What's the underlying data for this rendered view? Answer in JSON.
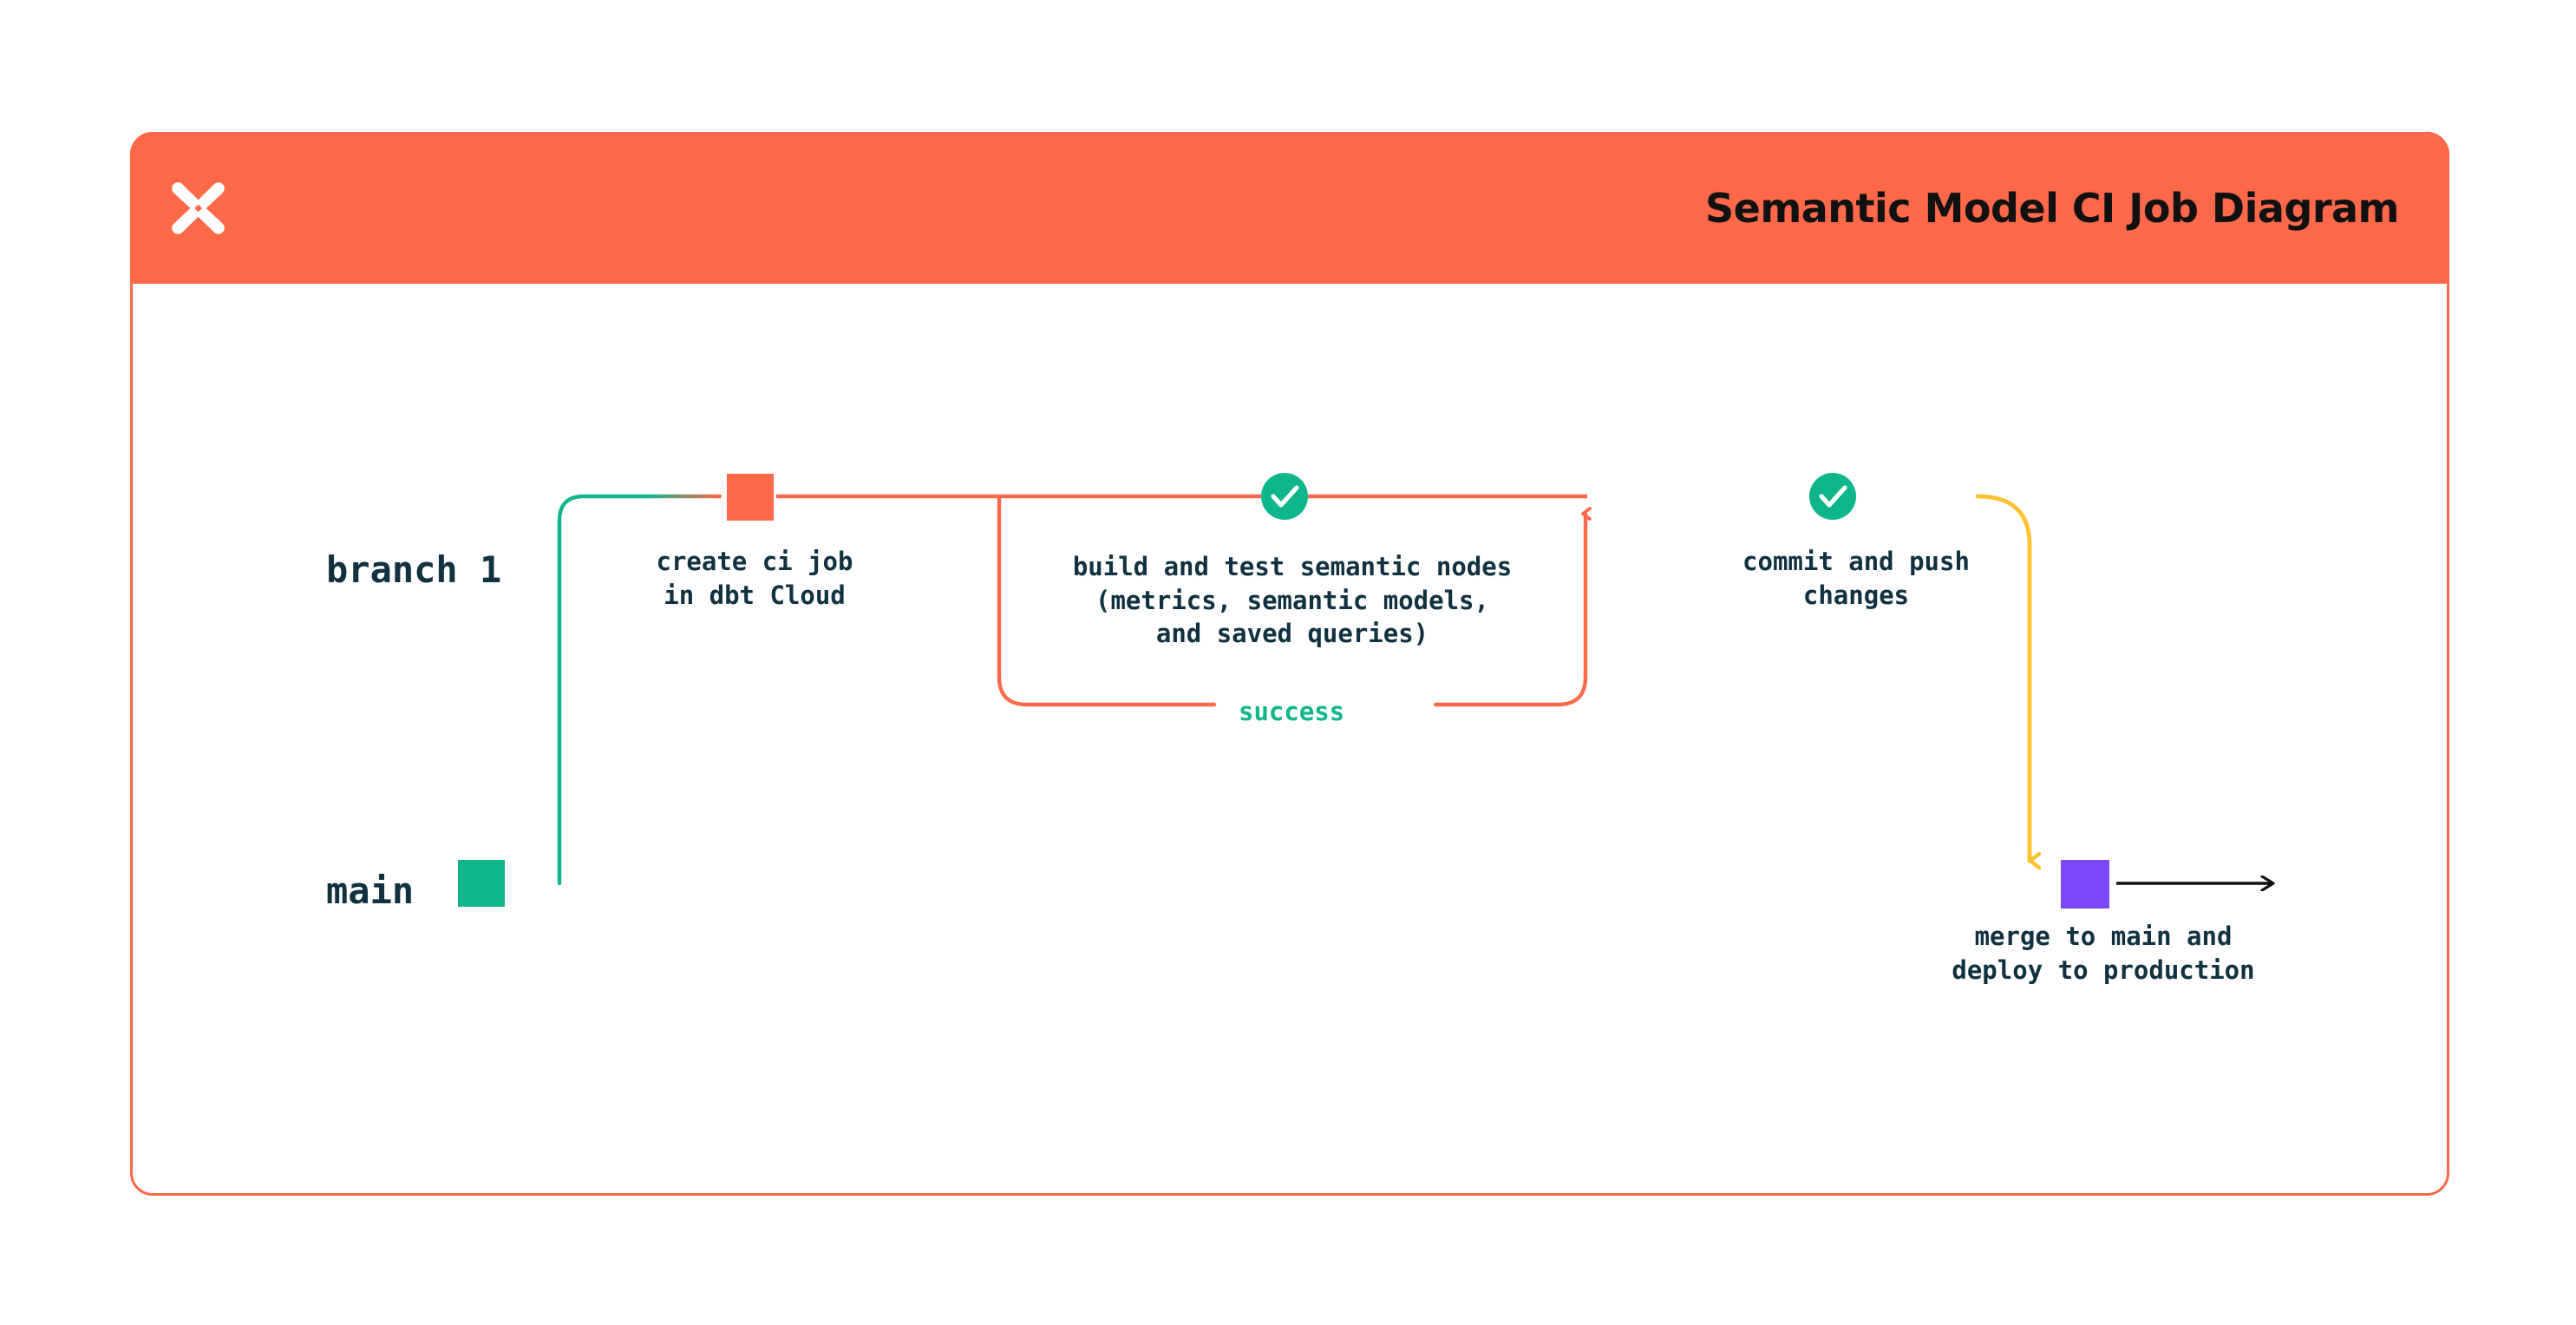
{
  "header": {
    "title": "Semantic Model CI Job Diagram",
    "logo_icon": "dbt-logo-icon",
    "background_color": "#FF6849",
    "title_color": "#111111"
  },
  "card": {
    "border_color": "#FF6849",
    "background_color": "#FFFFFF"
  },
  "lanes": [
    {
      "id": "branch-1",
      "label": "branch 1",
      "color": "#FF6849",
      "label_color": "#10313F"
    },
    {
      "id": "main",
      "label": "main",
      "color": "#0FB68C",
      "label_color": "#10313F"
    }
  ],
  "nodes": [
    {
      "id": "create-ci-job",
      "shape": "square",
      "color": "#FF6849",
      "label_lines": [
        "create ci job",
        "in dbt Cloud"
      ],
      "label": "create ci job\nin dbt Cloud"
    },
    {
      "id": "main-start",
      "shape": "square",
      "color": "#0FB68C",
      "label_lines": [],
      "label": ""
    },
    {
      "id": "build-and-test",
      "shape": "check-circle",
      "color": "#0FB68C",
      "icon": "check-icon",
      "label_lines": [
        "build and test semantic nodes",
        "(metrics, semantic models,",
        "and saved queries)"
      ],
      "label": "build and test semantic nodes\n(metrics, semantic models,\nand saved queries)"
    },
    {
      "id": "commit-and-push",
      "shape": "check-circle",
      "color": "#0FB68C",
      "icon": "check-icon",
      "label_lines": [
        "commit and push",
        "changes"
      ],
      "label": "commit and push\nchanges"
    },
    {
      "id": "merge-to-main",
      "shape": "square",
      "color": "#7B47F7",
      "label_lines": [
        "merge to main and",
        "deploy to production"
      ],
      "label": "merge to main and\ndeploy to production"
    }
  ],
  "edges": [
    {
      "id": "success-loop",
      "label": "success",
      "label_color": "#0FB68C",
      "color": "#FF6849",
      "from": "build-and-test",
      "to": "build-and-test"
    },
    {
      "id": "branch-to-main-merge",
      "label": "",
      "color": "#FDC22D",
      "from": "commit-and-push",
      "to": "merge-to-main"
    },
    {
      "id": "main-continue",
      "label": "",
      "color": "#111111",
      "from": "merge-to-main",
      "to": ""
    }
  ],
  "colors": {
    "orange": "#FF6849",
    "green": "#0FB68C",
    "yellow": "#FDC22D",
    "purple": "#7B47F7",
    "navy": "#10313F",
    "black": "#111111",
    "white": "#FFFFFF"
  }
}
